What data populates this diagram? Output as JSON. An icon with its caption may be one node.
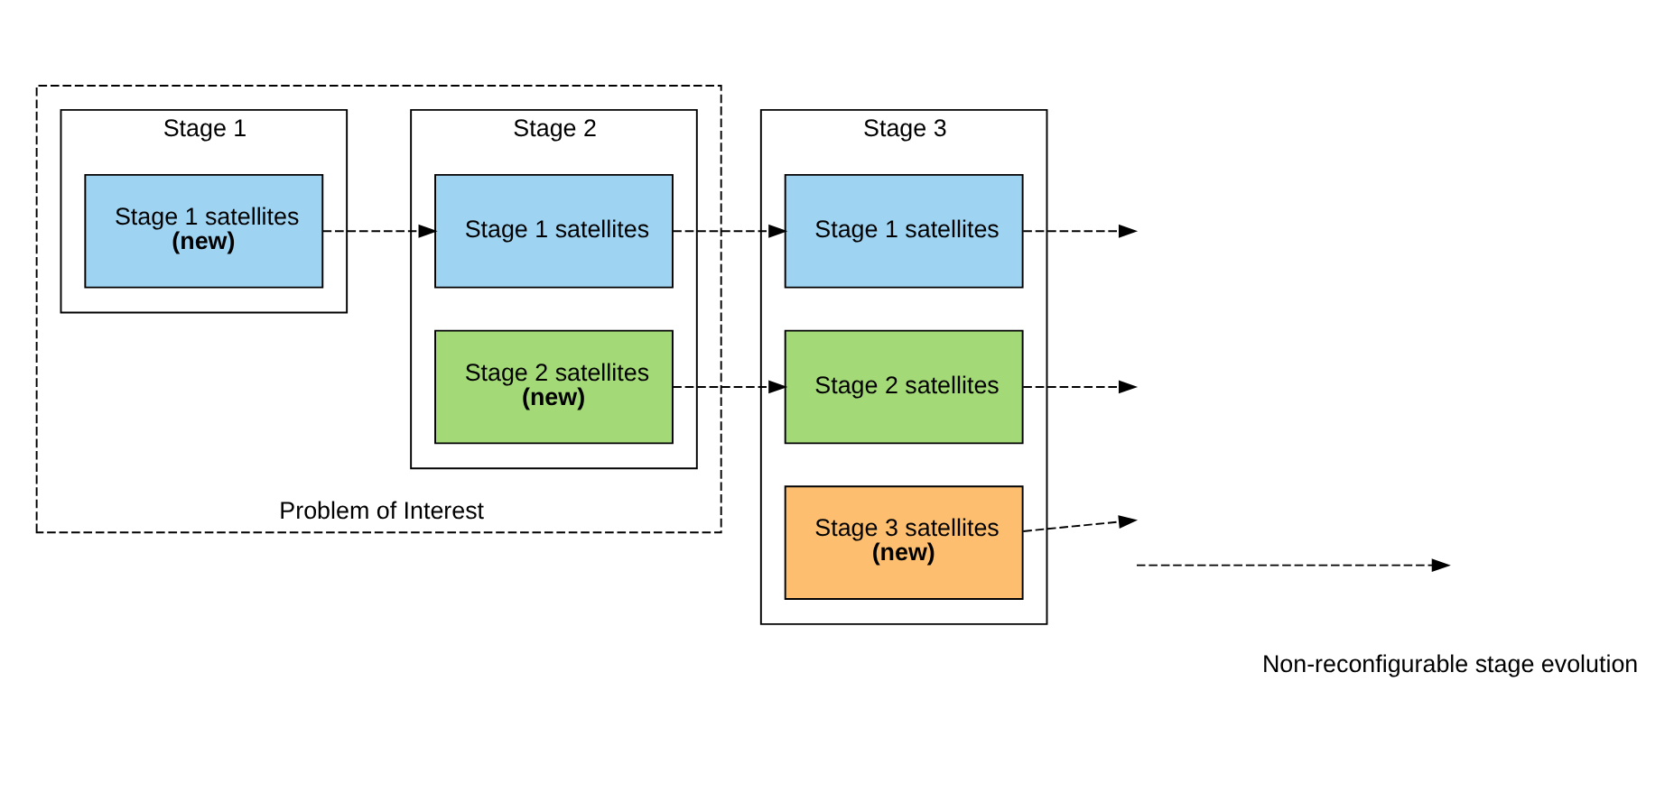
{
  "diagram": {
    "nodes": [
      {
        "text": [
          "Problem of Interest"
        ]
      },
      {
        "text": [
          "Stage 1"
        ],
        "in": 0
      },
      {
        "text": [
          "Stage 1 satellites",
          "(new)"
        ],
        "in": 1
      },
      {
        "text": [
          "Stage 2"
        ],
        "in": 0
      },
      {
        "text": [
          "Stage 1 satellites"
        ],
        "in": 3
      },
      {
        "text": [
          "Stage 2 satellites",
          "(new)"
        ],
        "in": 3
      },
      {
        "text": [
          "Stage 3"
        ]
      },
      {
        "text": [
          "Stage 1 satellites"
        ],
        "in": 6
      },
      {
        "text": [
          "Stage 2 satellites"
        ],
        "in": 6
      },
      {
        "text": [
          "Stage 3 satellites",
          "(new)"
        ],
        "in": 6
      }
    ],
    "edges": [
      {
        "from": 2,
        "to": 4,
        "arrow": "to",
        "style": "dashed"
      },
      {
        "from": 4,
        "to": 7,
        "arrow": "to",
        "style": "dashed"
      },
      {
        "from": 5,
        "to": 8,
        "arrow": "to",
        "style": "dashed"
      },
      {
        "from": 7,
        "to": null,
        "arrow": "to",
        "style": "dashed"
      },
      {
        "from": 8,
        "to": null,
        "arrow": "to",
        "style": "dashed"
      },
      {
        "from": 9,
        "to": null,
        "arrow": "to",
        "style": "dashed"
      }
    ],
    "legend": [
      {
        "text": "Non-reconfigurable stage evolution"
      }
    ]
  }
}
